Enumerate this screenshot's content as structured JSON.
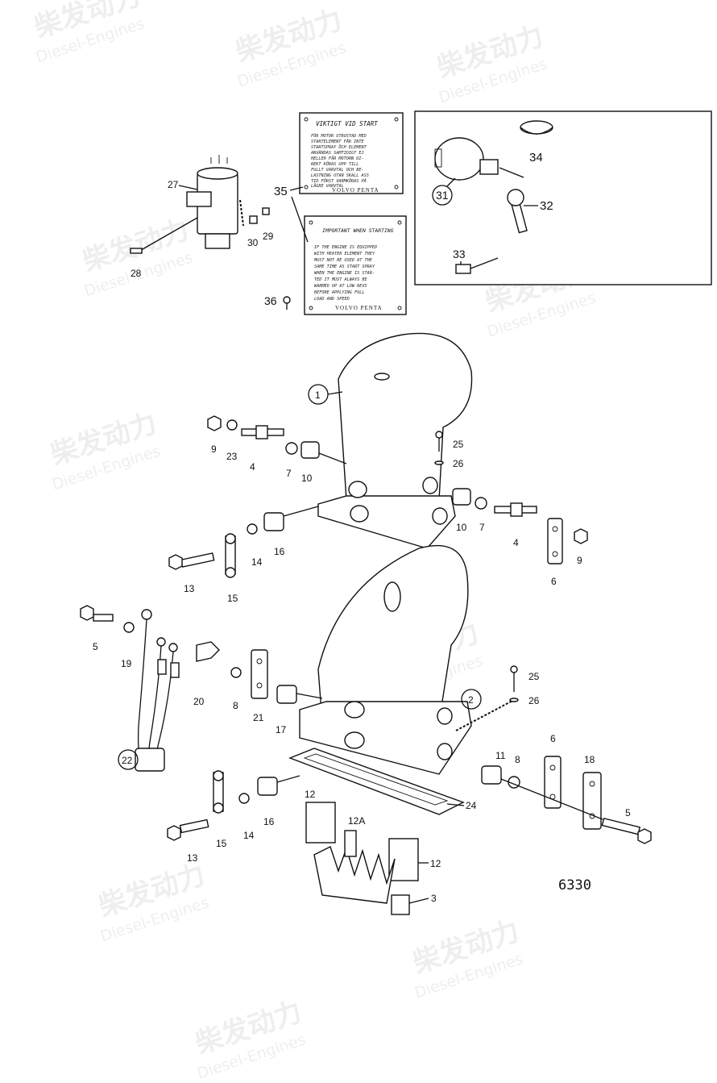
{
  "figure_number": "6330",
  "watermark": {
    "cn": "柴发动力",
    "en": "Diesel-Engines"
  },
  "plates": {
    "swedish": {
      "heading": "VIKTIGT VID START",
      "lines": [
        "FÖR MOTOR UTRUSTAD MED",
        "STARTELEMENT FÅR INTE",
        "STARTSPRAY ÖCH ELEMENT",
        "ANVÄNDAS SAMTIDIGT EJ",
        "HELLER FÅR MOTORN DI-",
        "REKT KÖRAS UPP TILL",
        "FULLT VARVTAL OCH BE-",
        "LASTNING UTAN SKALL ASS",
        "TID FÖRST VARMKÖRAS PÅ",
        "LÅGRE VARVTAL"
      ],
      "brand": "VOLVO PENTA"
    },
    "english": {
      "heading": "IMPORTANT WHEN STARTING",
      "lines": [
        "IF THE ENGINE IS EQUIPPED",
        "WITH HEATER ELEMENT THEY",
        "MUST NOT BE USED AT THE",
        "SAME TIME AS START SPRAY",
        "WHEN THE ENGINE IS STAR-",
        "TED IT MUST ALWAYS BE",
        "WARMED UP AT LOW REVS",
        "BEFORE APPLYING FULL",
        "LOAD AND SPEED"
      ],
      "brand": "VOLVO PENTA"
    }
  },
  "callouts": {
    "c1": "1",
    "c2": "2",
    "c3": "3",
    "c4a": "4",
    "c4b": "4",
    "c5a": "5",
    "c5b": "5",
    "c6a": "6",
    "c6b": "6",
    "c7a": "7",
    "c7b": "7",
    "c8a": "8",
    "c8b": "8",
    "c9a": "9",
    "c9b": "9",
    "c10a": "10",
    "c10b": "10",
    "c11": "11",
    "c12a": "12",
    "c12b": "12",
    "c12A": "12A",
    "c13a": "13",
    "c13b": "13",
    "c14a": "14",
    "c14b": "14",
    "c15a": "15",
    "c15b": "15",
    "c16a": "16",
    "c16b": "16",
    "c17": "17",
    "c18": "18",
    "c19": "19",
    "c20": "20",
    "c21": "21",
    "c22": "22",
    "c23": "23",
    "c24": "24",
    "c25a": "25",
    "c25b": "25",
    "c26a": "26",
    "c26b": "26",
    "c27": "27",
    "c28": "28",
    "c29": "29",
    "c30": "30",
    "c31": "31",
    "c32": "32",
    "c33": "33",
    "c34": "34",
    "c35": "35",
    "c36": "36"
  }
}
